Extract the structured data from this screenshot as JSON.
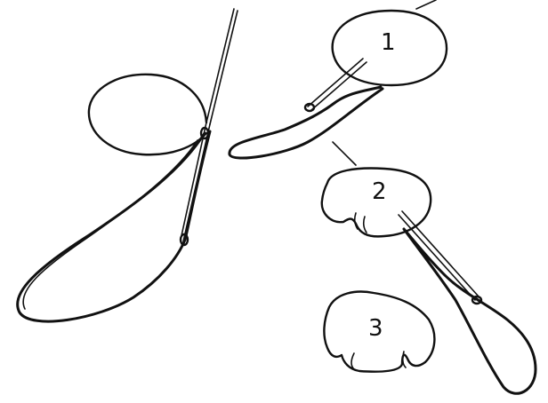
{
  "steps": [
    {
      "label": "1"
    },
    {
      "label": "2"
    },
    {
      "label": "3"
    }
  ],
  "colors": {
    "ink": "#111111",
    "paper": "#ffffff"
  },
  "icons": [
    "needle-icon",
    "thread-loop-icon",
    "puff-icon"
  ]
}
